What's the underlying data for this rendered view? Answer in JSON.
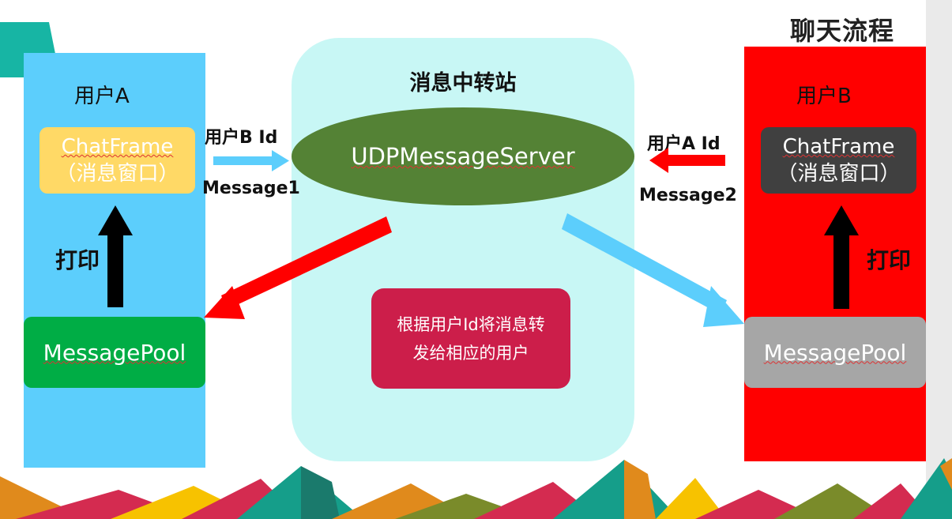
{
  "title": "聊天流程",
  "server": {
    "title": "消息中转站",
    "name": "UDPMessageServer",
    "note_line1": "根据用户Id将消息转",
    "note_line2": "发给相应的用户"
  },
  "user_a": {
    "label": "用户A",
    "chat_title": "ChatFrame",
    "chat_subtitle": "（消息窗口）",
    "pool": "MessagePool",
    "print_label": "打印",
    "arrow_id_label": "用户B Id",
    "arrow_msg_label": "Message1"
  },
  "user_b": {
    "label": "用户B",
    "chat_title": "ChatFrame",
    "chat_subtitle": "（消息窗口）",
    "pool": "MessagePool",
    "print_label": "打印",
    "arrow_id_label": "用户A Id",
    "arrow_msg_label": "Message2"
  },
  "colors": {
    "panel_a": "#5ccefc",
    "panel_b": "#ff0000",
    "center": "#c8f7f5",
    "server": "#548235",
    "note": "#cc1e4a",
    "pool_a": "#00ad45",
    "pool_b": "#a6a6a6",
    "chat_a": "#ffd966",
    "chat_b": "#404040"
  }
}
